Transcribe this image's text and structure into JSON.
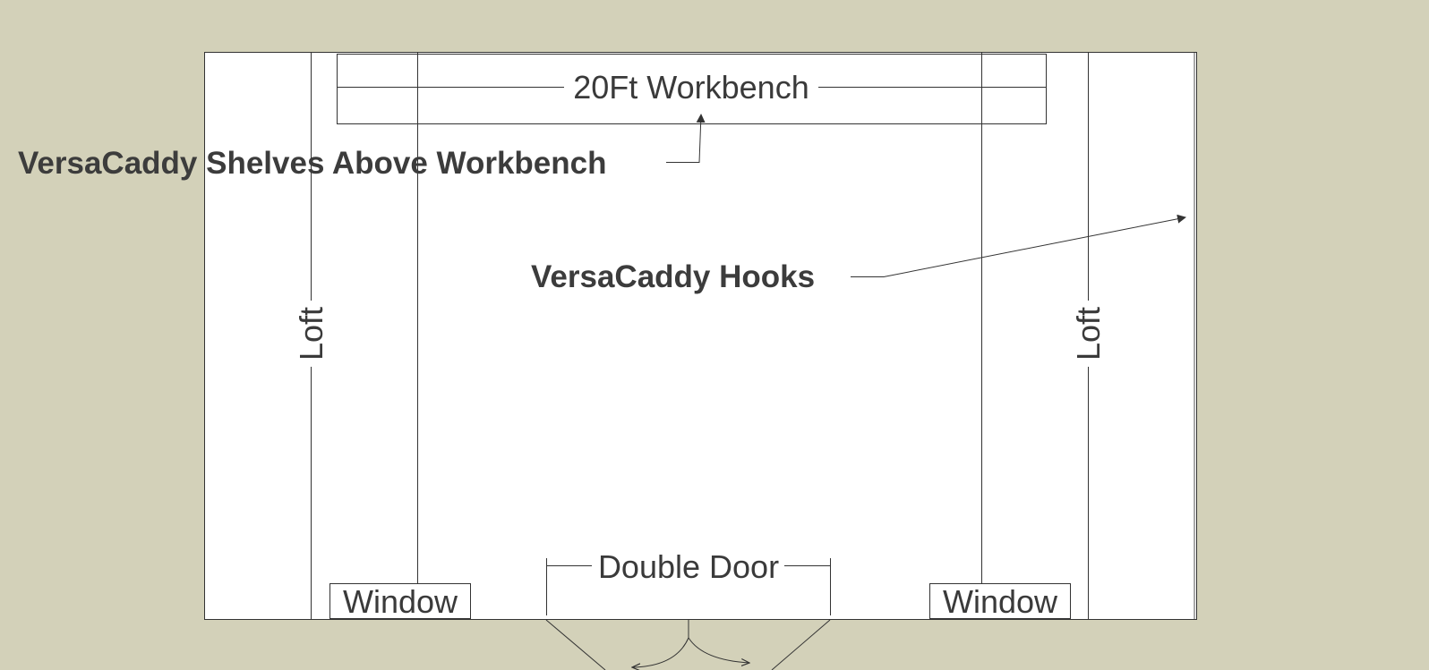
{
  "labels": {
    "workbench": "20Ft Workbench",
    "shelves": "VersaCaddy Shelves Above Workbench",
    "hooks": "VersaCaddy Hooks",
    "loft_left": "Loft",
    "loft_right": "Loft",
    "window_left": "Window",
    "window_right": "Window",
    "double_door": "Double Door"
  },
  "colors": {
    "background": "#d3d1b9",
    "floor": "#ffffff",
    "line": "#333333",
    "text": "#3a3a3a"
  }
}
